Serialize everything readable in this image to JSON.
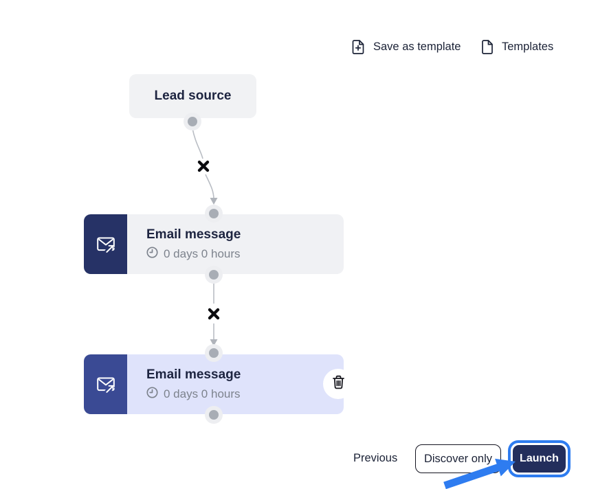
{
  "header": {
    "save_as_template_label": "Save as template",
    "templates_label": "Templates"
  },
  "flow": {
    "lead_source": {
      "label": "Lead source"
    },
    "nodes": [
      {
        "title": "Email message",
        "delay": "0 days 0 hours",
        "highlighted": false
      },
      {
        "title": "Email message",
        "delay": "0 days 0 hours",
        "highlighted": true
      }
    ]
  },
  "footer": {
    "previous_label": "Previous",
    "discover_only_label": "Discover only",
    "launch_label": "Launch"
  },
  "colors": {
    "node_icon_dark": "#263266",
    "node_icon_indigo": "#3a4a94",
    "node_body_gray": "#f0f1f4",
    "node_body_lavender": "#dfe3fb",
    "launch_button": "#232e5c",
    "annotation_blue": "#2e7cf0",
    "connector_gray": "#b9bdc4",
    "subtitle_gray": "#7d838d"
  }
}
